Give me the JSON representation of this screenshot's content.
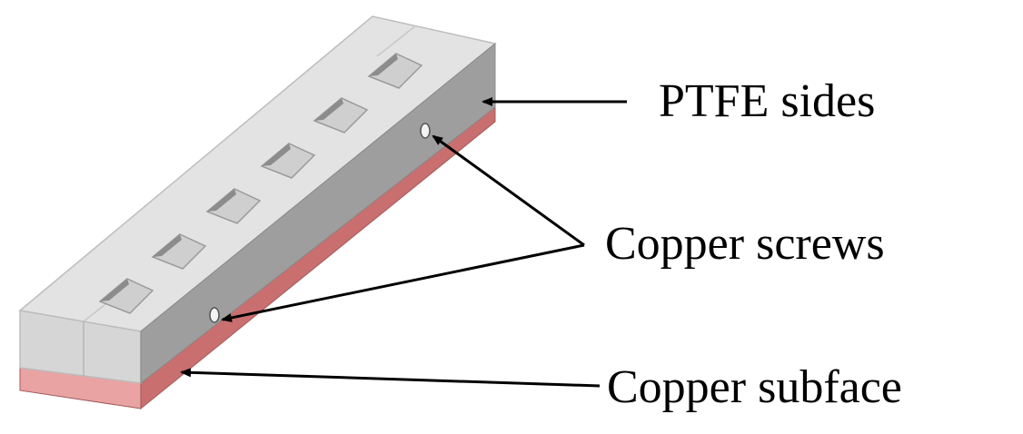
{
  "labels": {
    "ptfe_sides": "PTFE sides",
    "copper_screws": "Copper screws",
    "copper_subface": "Copper subface"
  },
  "colors": {
    "ptfe_top": "#e3e3e3",
    "ptfe_front": "#d6d6d6",
    "ptfe_side": "#9e9e9e",
    "pocket_dark": "#8c8c8c",
    "pocket_light": "#cfcfcf",
    "copper_front": "#e9a3a3",
    "copper_side": "#c96f6f",
    "arrow": "#000000"
  }
}
